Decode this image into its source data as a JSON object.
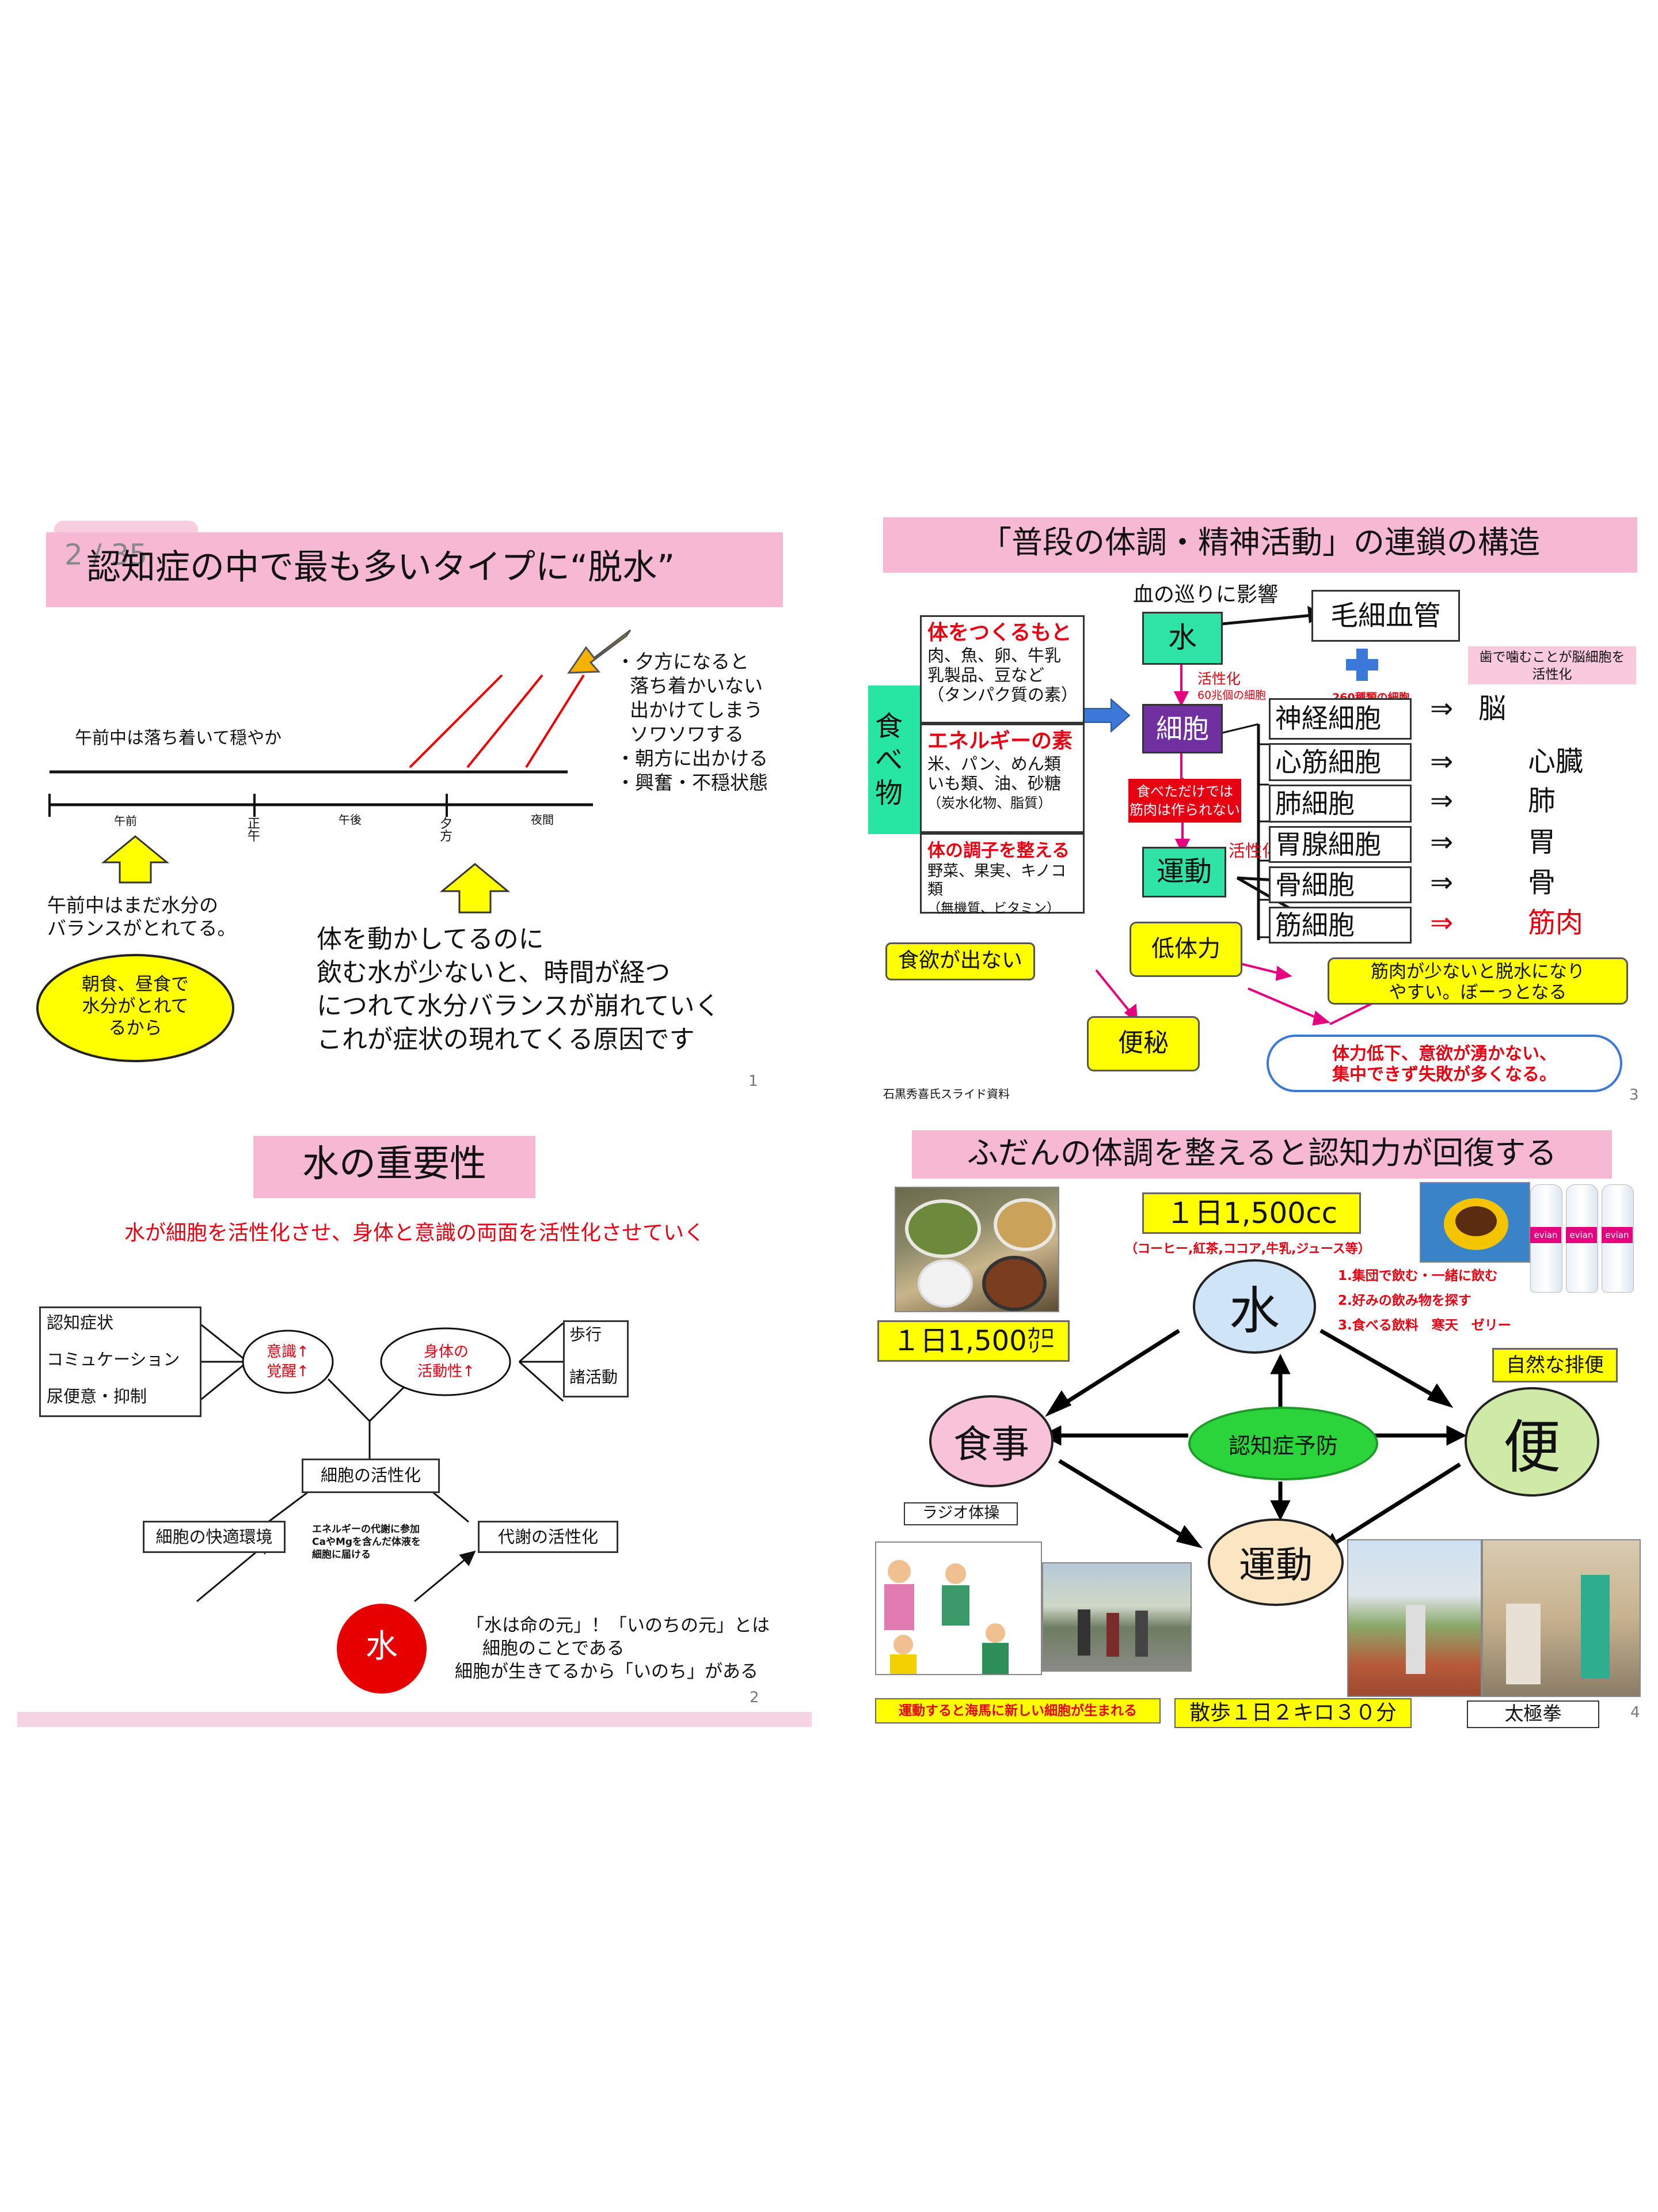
{
  "slide1": {
    "page_indicator": "2 / 35",
    "title": "認知症の中で最も多いタイプに“脱水”",
    "morning_calm": "午前中は落ち着いて穏やか",
    "evening_list": [
      "・夕方になると",
      "落ち着かいない",
      "出かけてしまう",
      "ソワソワする",
      "・朝方に出かける",
      "・興奮・不穏状態"
    ],
    "tick_labels": [
      "午前",
      "正午",
      "午後",
      "夕方",
      "夜間"
    ],
    "morning_note": [
      "午前中はまだ水分の",
      "バランスがとれてる。"
    ],
    "ellipse_text": [
      "朝食、昼食で",
      "水分がとれて",
      "るから"
    ],
    "main_text": [
      "体を動かしてるのに",
      "飲む水が少ないと、時間が経つ",
      "につれて水分バランスが崩れていく",
      "これが症状の現れてくる原因です"
    ],
    "page_number": "1"
  },
  "slide2": {
    "title": "水の重要性",
    "subtitle": "水が細胞を活性化させ、身体と意識の両面を活性化させていく",
    "left_box": [
      "認知症状",
      "コミュケーション",
      "尿便意・抑制"
    ],
    "ishiki": [
      "意識↑",
      "覚醒↑"
    ],
    "shintai": [
      "身体の",
      "活動性↑"
    ],
    "right_box": [
      "歩行",
      "諸活動"
    ],
    "saibo_katsu": "細胞の活性化",
    "kaiteki": "細胞の快適環境",
    "taisha": "代謝の活性化",
    "energy_note": [
      "エネルギーの代謝に参加",
      "CaやMgを含んだ体液を",
      "細胞に届ける"
    ],
    "water": "水",
    "quote": [
      "「水は命の元」！「いのちの元」とは",
      "細胞のことである",
      "細胞が生きてるから「いのち」がある"
    ],
    "page_number": "2"
  },
  "slide3": {
    "title": "「普段の体調・精神活動」の連鎖の構造",
    "blood": "血の巡りに影響",
    "water": "水",
    "capillary": "毛細血管",
    "cell": "細胞",
    "exercise": "運動",
    "food_label": "食べ物",
    "body_make_title": "体をつくるもと",
    "body_make_items": [
      "肉、魚、卵、牛乳",
      "乳製品、豆など",
      "（タンパク質の素）"
    ],
    "energy_title": "エネルギーの素",
    "energy_items": [
      "米、パン、めん類",
      "いも類、油、砂糖",
      "（炭水化物、脂質）"
    ],
    "condition_title": "体の調子を整える",
    "condition_items": [
      "野菜、果実、キノコ類",
      "（無機質、ビタミン）"
    ],
    "activate1": "活性化",
    "cells60": "60兆個の細胞",
    "activate2": "活性化",
    "eat_only": [
      "食べただけでは",
      "筋肉は作られない"
    ],
    "types260": "260種類の細胞",
    "chewing": [
      "歯で噛むことが脳細胞を",
      "活性化"
    ],
    "cell_types": [
      "神経細胞",
      "心筋細胞",
      "肺細胞",
      "胃腺細胞",
      "骨細胞",
      "筋細胞"
    ],
    "organs": [
      "脳",
      "心臓",
      "肺",
      "胃",
      "骨",
      "筋肉"
    ],
    "arrow_glyph": "⇒",
    "no_appetite": "食欲が出ない",
    "low_strength": "低体力",
    "constipation": "便秘",
    "muscle_note": [
      "筋肉が少ないと脱水になり",
      "やすい。ぼーっとなる"
    ],
    "cloud": [
      "体力低下、意欲が湧かない、",
      "集中できず失敗が多くなる。"
    ],
    "credit": "石黒秀喜氏スライド資料",
    "page_number": "3"
  },
  "slide4": {
    "title": "ふだんの体調を整えると認知力が回復する",
    "water_amount": "１日1,500cc",
    "drinks": "（コーヒー,紅茶,ココア,牛乳,ジュース等）",
    "water_tips": [
      "1.集団で飲む・一緒に飲む",
      "2.好みの飲み物を探す",
      "3.食べる飲料　寒天　ゼリー"
    ],
    "water": "水",
    "meal_kcal": "１日1,500㌍",
    "meal": "食事",
    "prevention": "認知症予防",
    "natural_bowel": "自然な排便",
    "bowel": "便",
    "exercise": "運動",
    "radio": "ラジオ体操",
    "hippocampus": "運動すると海馬に新しい細胞が生まれる",
    "walk": "散歩１日２キロ３０分",
    "taichi": "太極拳",
    "bottle_label": "evian",
    "page_number": "4"
  }
}
